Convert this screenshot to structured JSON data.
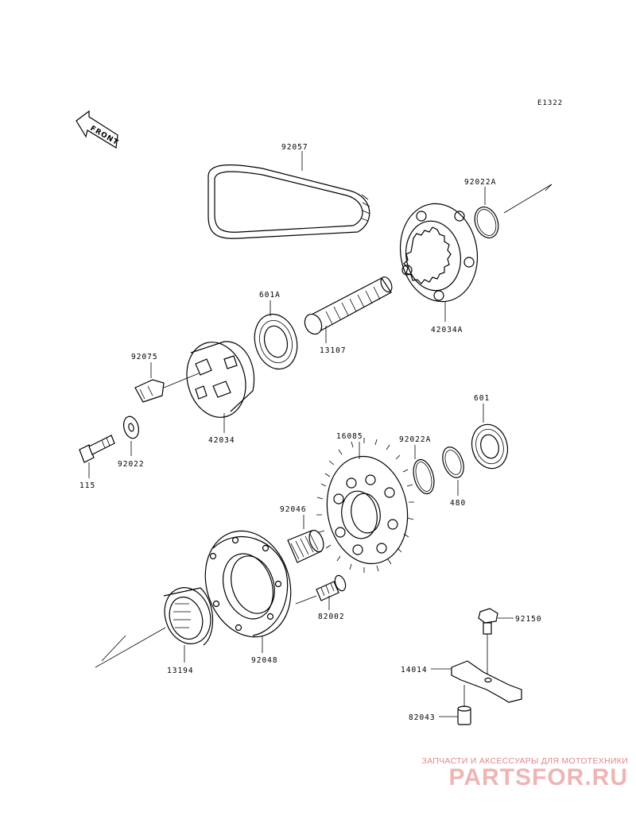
{
  "diagram_code": "E1322",
  "front_label": "FRONT",
  "parts": {
    "p92057": "92057",
    "p92022A_top": "92022A",
    "p42034A": "42034A",
    "p601A": "601A",
    "p13107": "13107",
    "p92075": "92075",
    "p42034": "42034",
    "p115": "115",
    "p92022": "92022",
    "p16085": "16085",
    "p92022A_mid": "92022A",
    "p601": "601",
    "p480": "480",
    "p92046": "92046",
    "p82002": "82002",
    "p13194": "13194",
    "p92048": "92048",
    "p92150": "92150",
    "p14014": "14014",
    "p82043": "82043"
  },
  "watermark": {
    "tagline": "ЗАПЧАСТИ И АКСЕССУАРЫ ДЛЯ МОТОТЕХНИКИ",
    "brand": "PARTSFOR.RU"
  }
}
